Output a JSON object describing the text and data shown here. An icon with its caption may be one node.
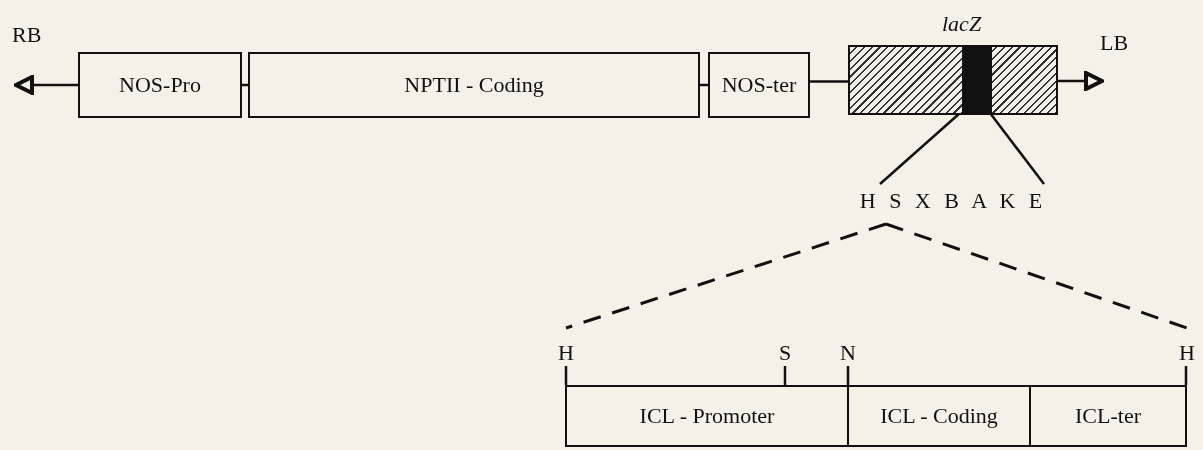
{
  "diagram": {
    "nodes": [
      {
        "text": [
          "NOS-Pro"
        ]
      },
      {
        "text": [
          "NPTII - Coding"
        ]
      },
      {
        "text": [
          "NOS-ter"
        ]
      },
      {
        "text": [
          "lacZ"
        ]
      },
      {
        "text": [],
        "shape": "bar",
        "in": 3
      },
      {
        "text": [
          "H S X B A K E"
        ]
      },
      {
        "text": [
          "ICL - Promoter"
        ]
      },
      {
        "text": [
          "ICL - Coding"
        ]
      },
      {
        "text": [
          "ICL-ter"
        ]
      },
      {
        "text": [
          "H"
        ]
      },
      {
        "text": [
          "S"
        ]
      },
      {
        "text": [
          "N"
        ]
      },
      {
        "text": [
          "H"
        ]
      }
    ],
    "edges": [
      {
        "from": 0,
        "to": null,
        "arrow": "to"
      },
      {
        "from": 0,
        "to": 1,
        "arrow": "none"
      },
      {
        "from": 1,
        "to": 2,
        "arrow": "none"
      },
      {
        "from": 2,
        "to": 3,
        "arrow": "none"
      },
      {
        "from": 3,
        "to": null,
        "arrow": "to"
      },
      {
        "from": 4,
        "to": 5,
        "arrow": "none"
      },
      {
        "from": 4,
        "to": 5,
        "arrow": "none"
      },
      {
        "from": 5,
        "to": 9,
        "arrow": "none",
        "style": "dashed"
      },
      {
        "from": 5,
        "to": 12,
        "arrow": "none",
        "style": "dashed"
      },
      {
        "from": 9,
        "to": 6,
        "arrow": "none"
      },
      {
        "from": 10,
        "to": 6,
        "arrow": "none"
      },
      {
        "from": 11,
        "to": 7,
        "arrow": "none"
      },
      {
        "from": 12,
        "to": 8,
        "arrow": "none"
      }
    ],
    "labels": [
      "RB",
      "LB"
    ]
  }
}
